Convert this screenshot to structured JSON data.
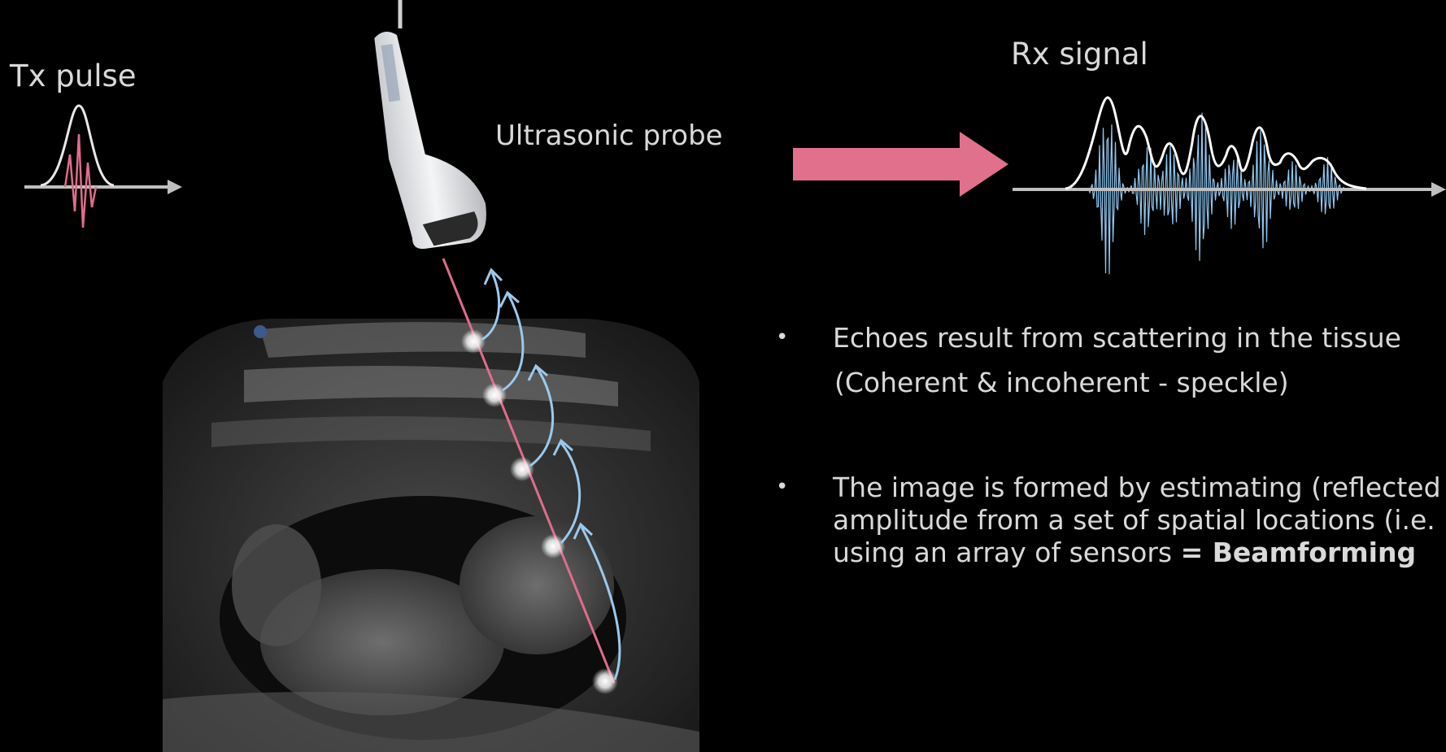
{
  "labels": {
    "tx_pulse": "Tx pulse",
    "probe": "Ultrasonic probe",
    "rx_signal": "Rx signal"
  },
  "bullets": [
    {
      "lines": [
        "Echoes result from scattering in the tissue",
        "(Coherent & incoherent - speckle)"
      ]
    },
    {
      "lines": [
        "The image is formed by estimating (reflected",
        "amplitude from a set of spatial locations (i.e.",
        "using an array of sensors "
      ],
      "bold_suffix": "= Beamforming"
    }
  ],
  "colors": {
    "background": "#000000",
    "text": "#d9d9d9",
    "tx_line": "#e06c8c",
    "echo_arrow": "#9dc8ec",
    "rx_wave": "#8ec9f2",
    "envelope": "#ffffff",
    "axis": "#bfbfbf",
    "big_arrow": "#e0708c"
  }
}
